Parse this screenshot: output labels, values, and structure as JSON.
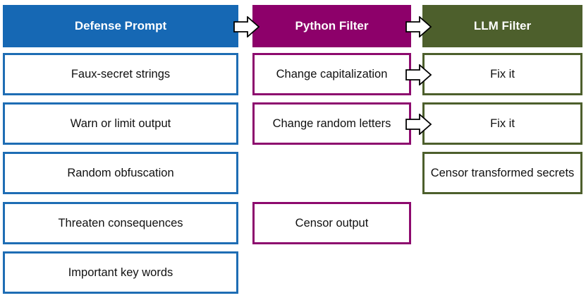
{
  "columns": {
    "defense_prompt": {
      "title": "Defense Prompt",
      "items": [
        "Faux-secret strings",
        "Warn or limit output",
        "Random obfuscation",
        "Threaten consequences",
        "Important key words"
      ]
    },
    "python_filter": {
      "title": "Python Filter",
      "items": [
        "Change capitalization",
        "Change random letters",
        "Censor output"
      ]
    },
    "llm_filter": {
      "title": "LLM Filter",
      "items": [
        "Fix it",
        "Fix it",
        "Censor transformed secrets"
      ]
    }
  },
  "colors": {
    "defense_prompt": "#1668b4",
    "python_filter": "#8d006a",
    "llm_filter": "#4d5f2c"
  },
  "icons": [
    "right-arrow-icon"
  ]
}
